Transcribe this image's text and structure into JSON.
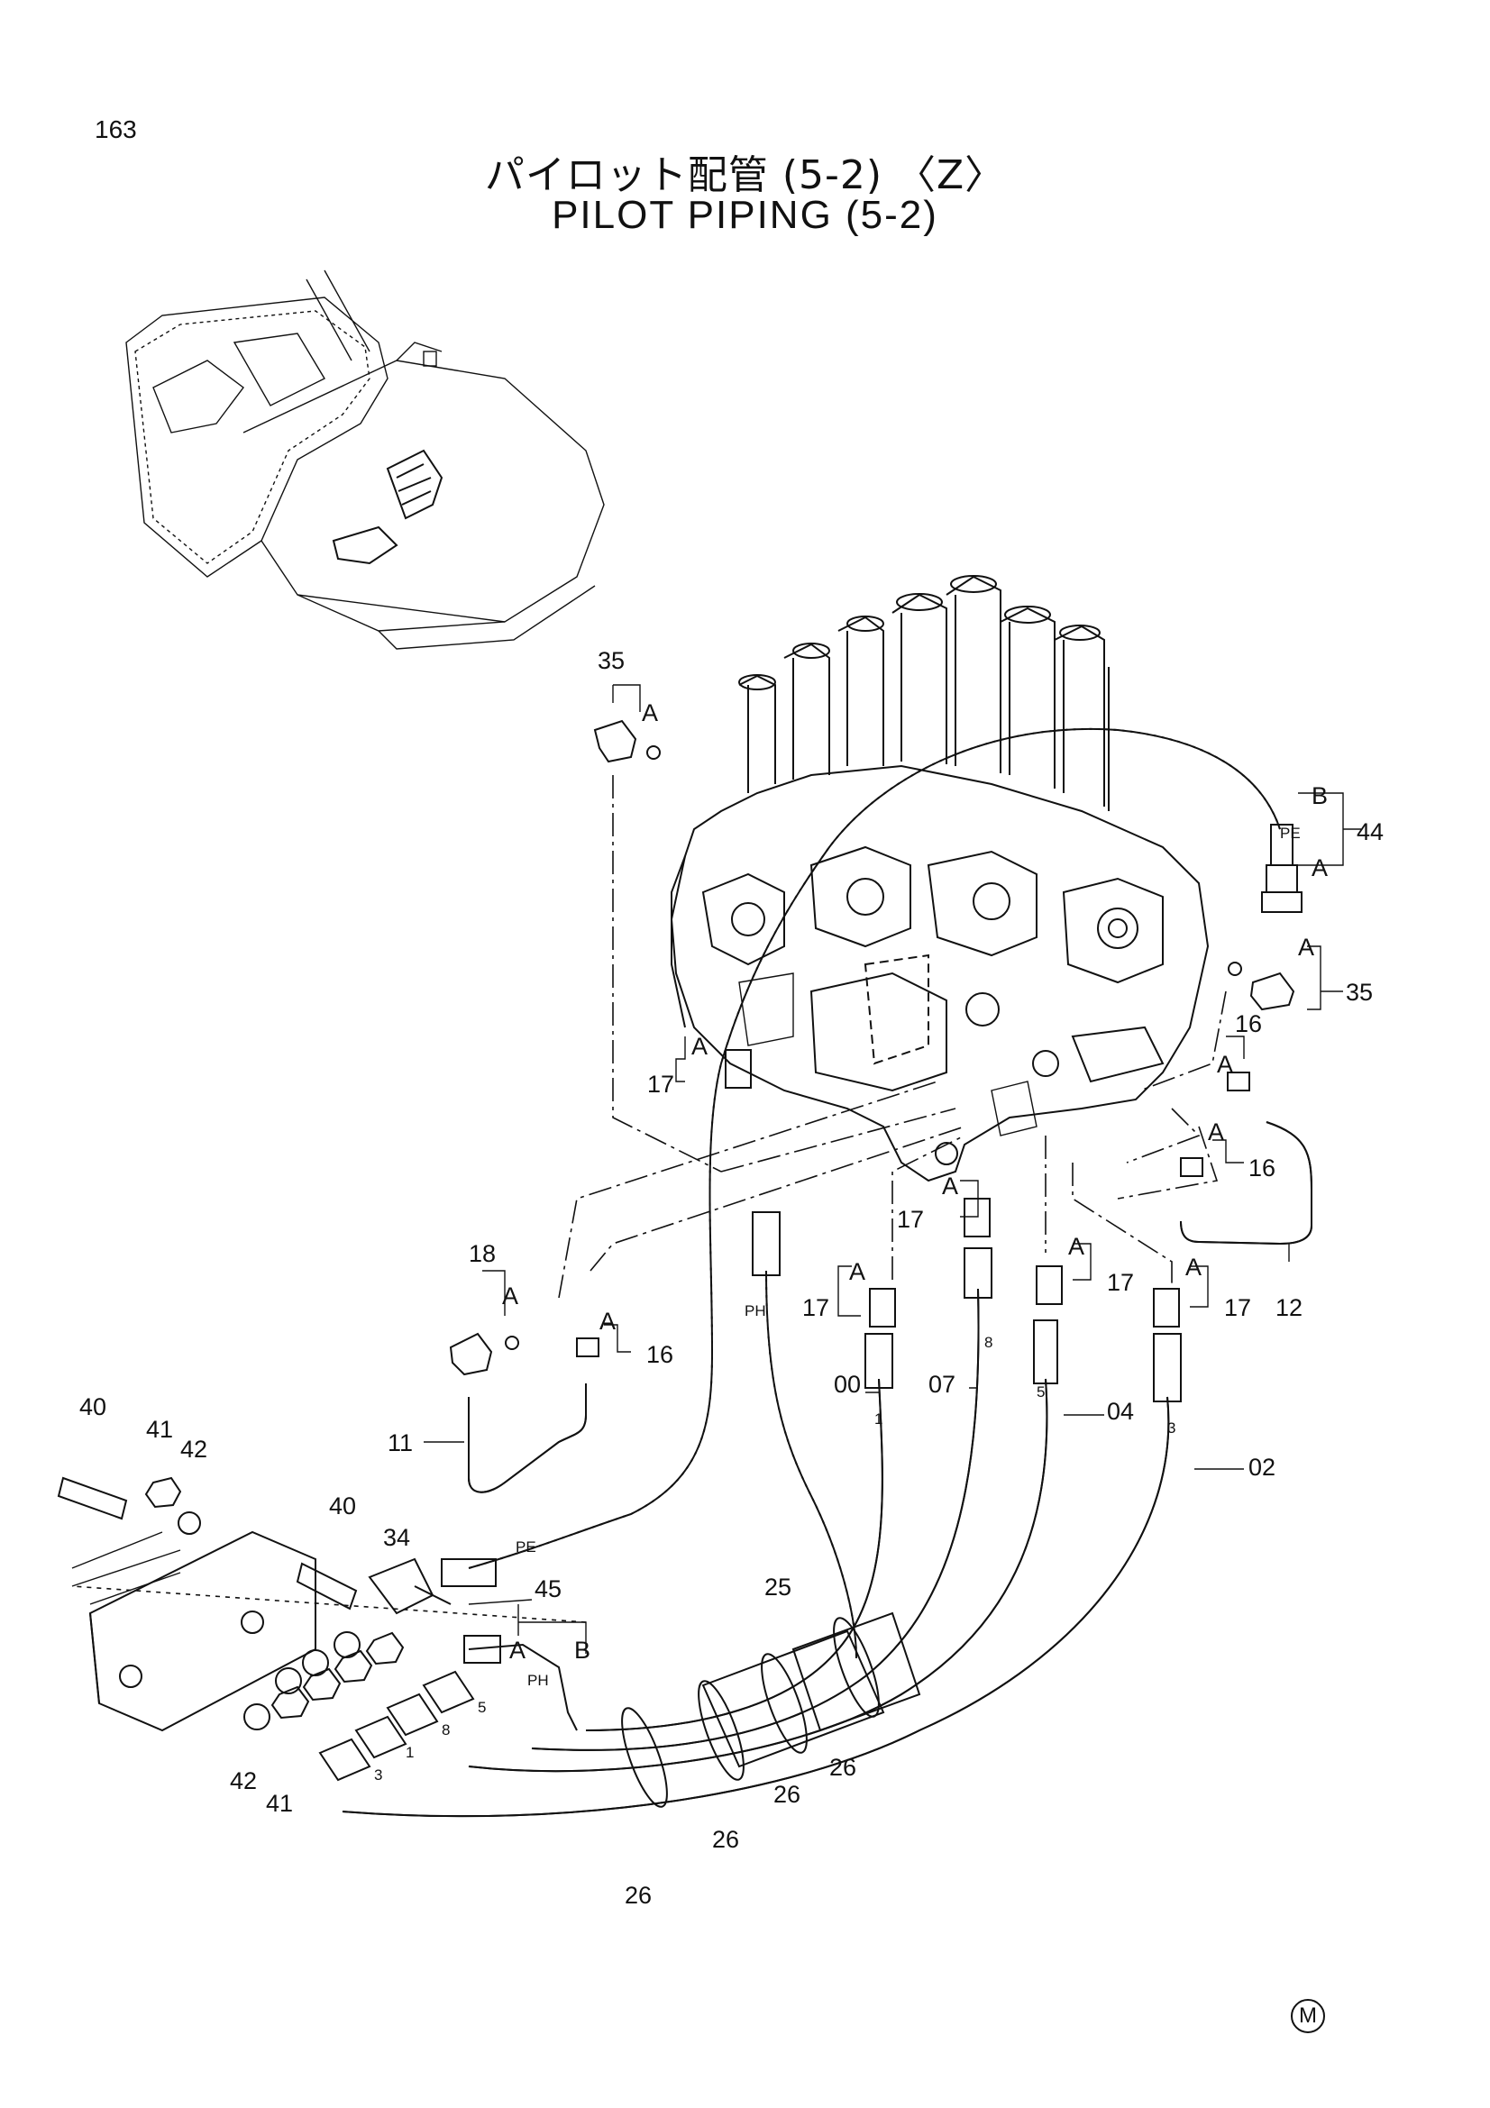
{
  "page_number": "163",
  "title_jp": "パイロット配管 (5-2) 〈Z〉",
  "title_en": "PILOT PIPING (5-2)",
  "corner_mark": "M",
  "callouts": {
    "c35a": "35",
    "c35b": "35",
    "c44": "44",
    "c16a": "16",
    "c16b": "16",
    "c16c": "16",
    "c17a": "17",
    "c17b": "17",
    "c17c": "17",
    "c17d": "17",
    "c17e": "17",
    "c12": "12",
    "c18": "18",
    "c11": "11",
    "c00": "00",
    "c07": "07",
    "c04": "04",
    "c02": "02",
    "c40a": "40",
    "c40b": "40",
    "c41a": "41",
    "c41b": "41",
    "c42a": "42",
    "c42b": "42",
    "c34": "34",
    "c45": "45",
    "c25": "25",
    "c26a": "26",
    "c26b": "26",
    "c26c": "26",
    "c26d": "26"
  },
  "sub_labels": {
    "a": "A",
    "b": "B",
    "pe": "PE",
    "ph": "PH",
    "h1": "1",
    "h3": "3",
    "h5": "5",
    "h8": "8"
  }
}
